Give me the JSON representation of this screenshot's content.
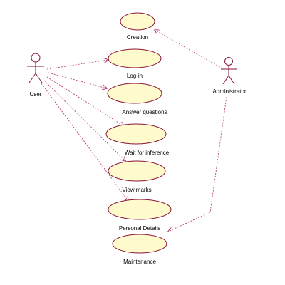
{
  "diagram": {
    "colors": {
      "usecase_fill": "#fffbcc",
      "outline": "#8a1538",
      "association": "#b0306a",
      "text": "#000000"
    },
    "actors": {
      "user": {
        "label": "User"
      },
      "administrator": {
        "label": "Administrator"
      }
    },
    "use_cases": {
      "creation": {
        "label": "Creation"
      },
      "login": {
        "label": "Log-in"
      },
      "answer_questions": {
        "label": "Answer questions"
      },
      "wait_for_inference": {
        "label": "Wait for inference"
      },
      "view_marks": {
        "label": "View marks"
      },
      "personal_details": {
        "label": "Personal Details"
      },
      "maintenance": {
        "label": "Maintenance"
      }
    },
    "associations": [
      {
        "from": "User",
        "to": "Log-in"
      },
      {
        "from": "User",
        "to": "Answer questions"
      },
      {
        "from": "User",
        "to": "Wait for inference"
      },
      {
        "from": "User",
        "to": "View marks"
      },
      {
        "from": "User",
        "to": "Personal Details"
      },
      {
        "from": "Administrator",
        "to": "Creation"
      },
      {
        "from": "Administrator",
        "to": "Maintenance"
      }
    ]
  }
}
